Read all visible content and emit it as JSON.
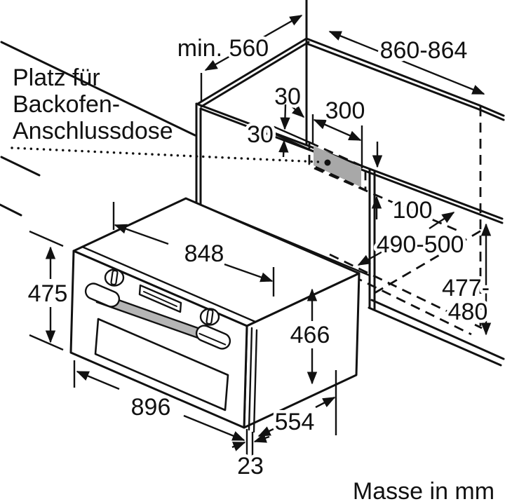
{
  "annotation": {
    "line1": "Platz für",
    "line2": "Backofen-",
    "line3": "Anschlussdose"
  },
  "dimensions": {
    "top_depth": "min. 560",
    "niche_width": "860-864",
    "socket_offset_top": "30",
    "socket_width": "300",
    "socket_offset_bottom": "30",
    "socket_clearance": "100",
    "niche_depth": "490-500",
    "niche_height_line1": "477-",
    "niche_height_line2": "480",
    "oven_top_width": "848",
    "oven_height": "475",
    "oven_side_height": "466",
    "oven_width": "896",
    "oven_depth": "554",
    "door_thickness": "23"
  },
  "footer": {
    "units_note": "Masse in mm"
  },
  "colors": {
    "line": "#111111",
    "socket_fill": "#a8a8a8",
    "handle_fill": "#b5b5b5",
    "background": "#ffffff"
  }
}
